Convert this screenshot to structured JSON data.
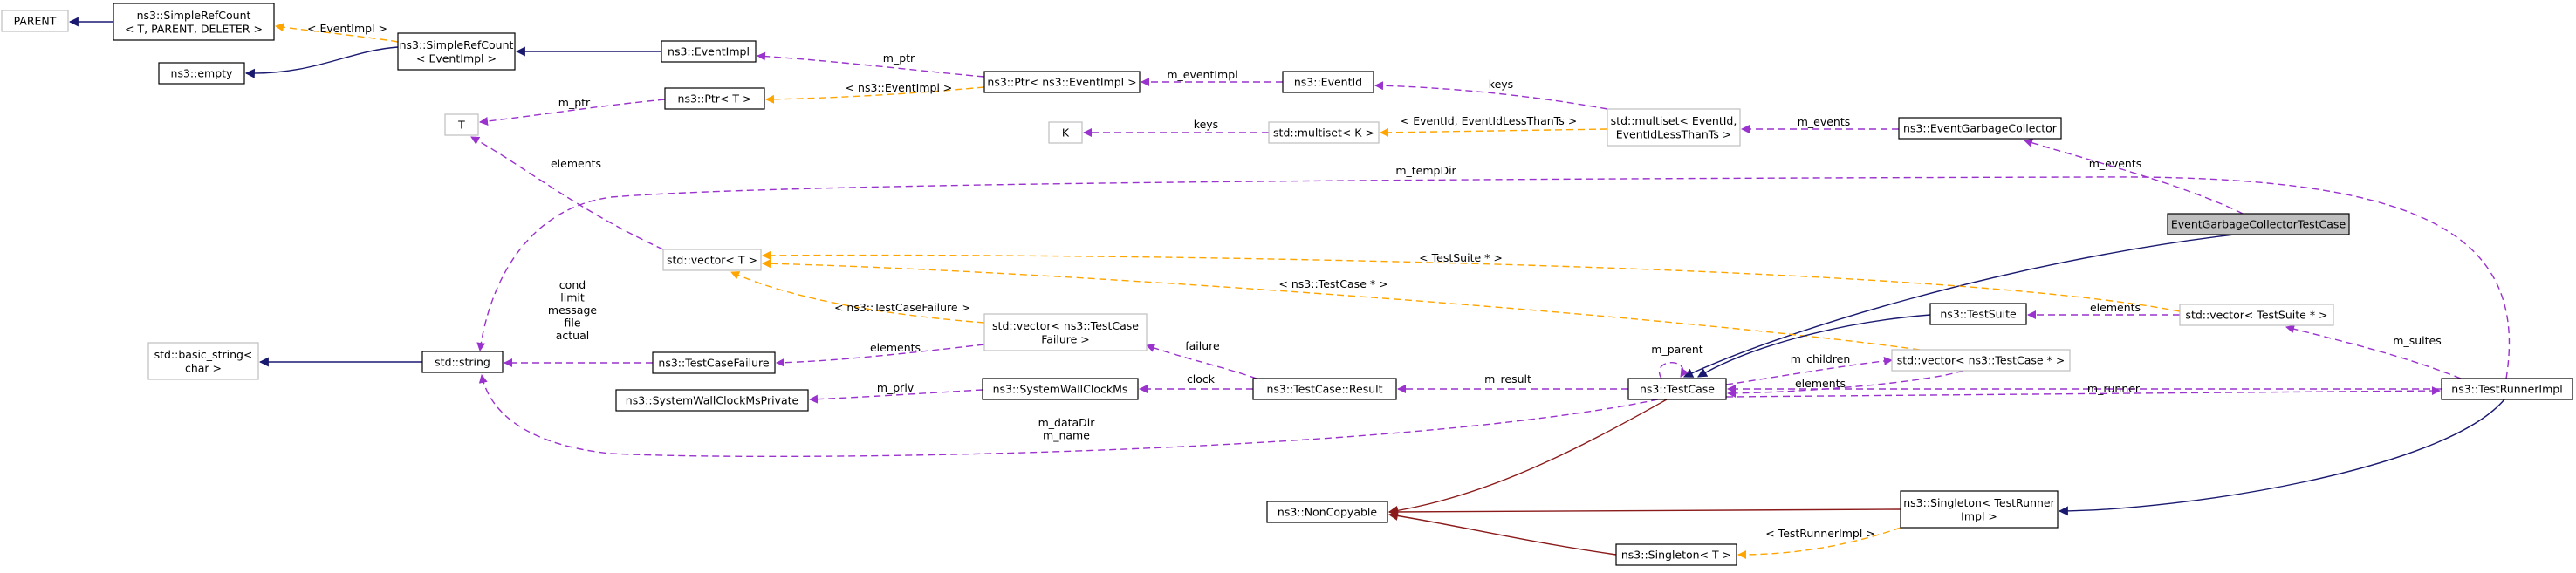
{
  "colors": {
    "usage": "#9a32cd",
    "template": "#ffa500",
    "public_inheritance": "#191970",
    "private_inheritance": "#8b1a1a",
    "focus_fill": "#bfbfbf"
  },
  "nodes": {
    "parent": [
      "PARENT"
    ],
    "simple_ref_count_tpl": [
      "ns3::SimpleRefCount",
      "< T, PARENT, DELETER >"
    ],
    "empty": [
      "ns3::empty"
    ],
    "simple_ref_count_event": [
      "ns3::SimpleRefCount",
      "< EventImpl >"
    ],
    "event_impl": [
      "ns3::EventImpl"
    ],
    "ptr_event_impl": [
      "ns3::Ptr< ns3::EventImpl >"
    ],
    "event_id": [
      "ns3::EventId"
    ],
    "ptr_t": [
      "ns3::Ptr< T >"
    ],
    "t": [
      "T"
    ],
    "k": [
      "K"
    ],
    "multiset_k": [
      "std::multiset< K >"
    ],
    "multiset_event_id": [
      "std::multiset< EventId,",
      "EventIdLessThanTs >"
    ],
    "event_garbage_collector": [
      "ns3::EventGarbageCollector"
    ],
    "egc_test_case": [
      "EventGarbageCollectorTestCase"
    ],
    "vector_t": [
      "std::vector< T >"
    ],
    "basic_string": [
      "std::basic_string<",
      "char >"
    ],
    "std_string": [
      "std::string"
    ],
    "test_case_failure": [
      "ns3::TestCaseFailure"
    ],
    "vector_test_case_failure": [
      "std::vector< ns3::TestCase",
      "Failure >"
    ],
    "system_wall_clock_ms_private": [
      "ns3::SystemWallClockMsPrivate"
    ],
    "system_wall_clock_ms": [
      "ns3::SystemWallClockMs"
    ],
    "test_case_result": [
      "ns3::TestCase::Result"
    ],
    "test_case": [
      "ns3::TestCase"
    ],
    "test_suite": [
      "ns3::TestSuite"
    ],
    "vector_test_case_ptr": [
      "std::vector< ns3::TestCase * >"
    ],
    "vector_test_suite_ptr": [
      "std::vector< TestSuite * >"
    ],
    "test_runner_impl": [
      "ns3::TestRunnerImpl"
    ],
    "non_copyable": [
      "ns3::NonCopyable"
    ],
    "singleton_test_runner": [
      "ns3::Singleton< TestRunner",
      "Impl >"
    ],
    "singleton_t": [
      "ns3::Singleton< T >"
    ]
  },
  "edge_labels": {
    "event_impl_tpl": [
      "< EventImpl >"
    ],
    "m_ptr_event": [
      "m_ptr"
    ],
    "event_impl_ptr_tpl": [
      "< ns3::EventImpl >"
    ],
    "m_event_impl": [
      "m_eventImpl"
    ],
    "m_ptr_t": [
      "m_ptr"
    ],
    "keys_event": [
      "keys"
    ],
    "keys_k": [
      "keys"
    ],
    "multiset_tpl": [
      "< EventId, EventIdLessThanTs >"
    ],
    "m_events_gc": [
      "m_events"
    ],
    "m_events_tc": [
      "m_events"
    ],
    "m_temp_dir": [
      "m_tempDir"
    ],
    "elements_t": [
      "elements"
    ],
    "test_suite_ptr_tpl": [
      "< TestSuite * >"
    ],
    "test_case_ptr_tpl": [
      "< ns3::TestCase * >"
    ],
    "test_case_failure_tpl": [
      "< ns3::TestCaseFailure >"
    ],
    "elements_suite": [
      "elements"
    ],
    "m_suites": [
      "m_suites"
    ],
    "string_fields": [
      "cond",
      "limit",
      "message",
      "file",
      "actual"
    ],
    "elements_failure": [
      "elements"
    ],
    "failure": [
      "failure"
    ],
    "m_parent": [
      "m_parent"
    ],
    "m_children": [
      "m_children"
    ],
    "elements_tc": [
      "elements"
    ],
    "m_priv": [
      "m_priv"
    ],
    "clock": [
      "clock"
    ],
    "m_result": [
      "m_result"
    ],
    "m_runner": [
      "m_runner"
    ],
    "data_dir_name": [
      "m_dataDir",
      "m_name"
    ],
    "test_runner_impl_tpl": [
      "< TestRunnerImpl >"
    ]
  }
}
